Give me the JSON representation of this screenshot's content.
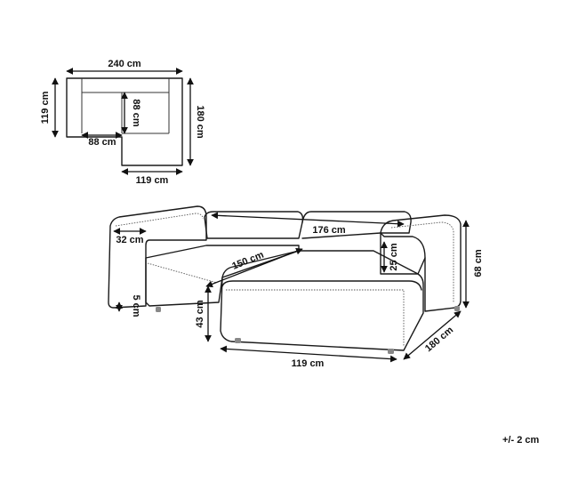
{
  "top_view": {
    "width_total": "240 cm",
    "depth_left": "119 cm",
    "depth_right": "180 cm",
    "inner_depth": "88 cm",
    "seat_width": "88 cm",
    "chaise_width": "119 cm"
  },
  "side_view": {
    "arm_width": "32 cm",
    "back_width": "176 cm",
    "arm_height": "25 cm",
    "total_height": "68 cm",
    "seat_depth": "150 cm",
    "seat_height": "43 cm",
    "leg_height": "5 cm",
    "chaise_width": "119 cm",
    "total_depth": "180 cm"
  },
  "tolerance": "+/- 2 cm"
}
